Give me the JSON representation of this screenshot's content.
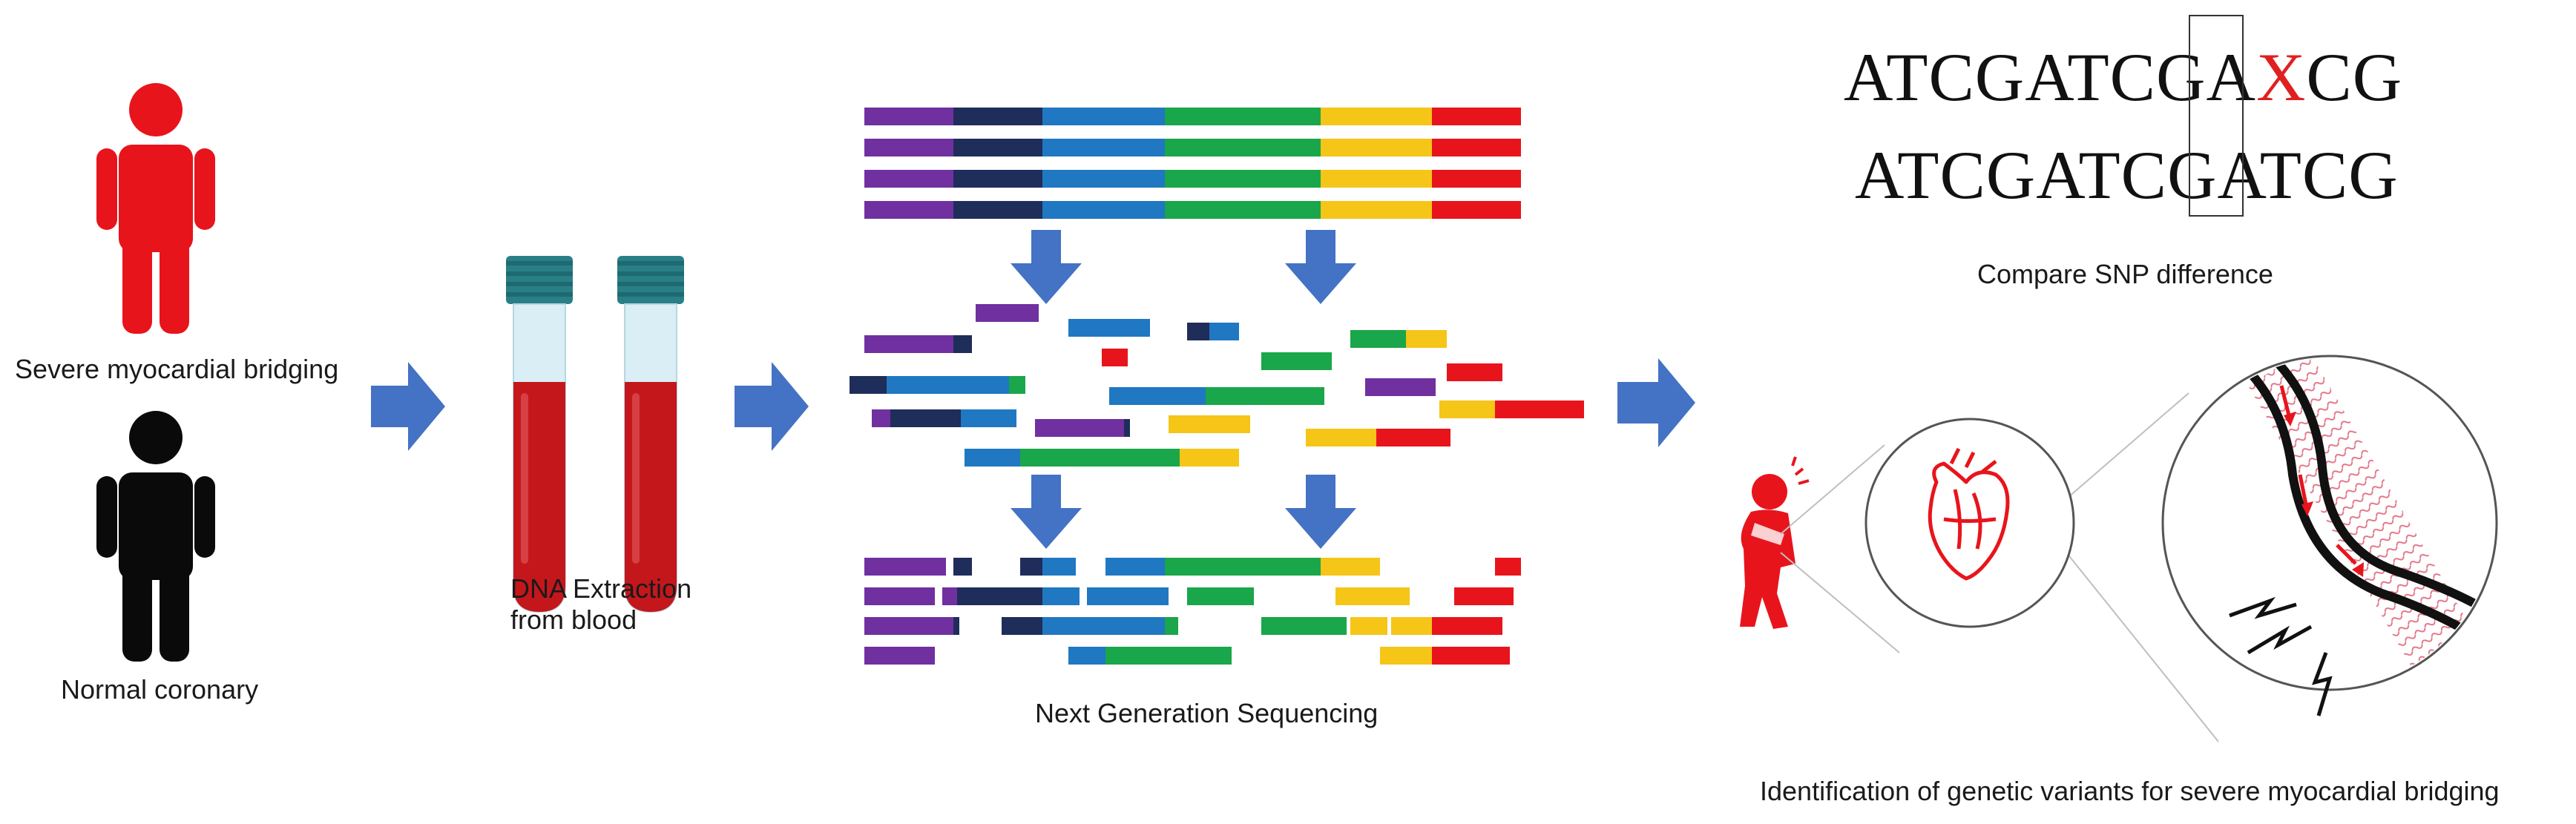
{
  "labels": {
    "severe": "Severe myocardial bridging",
    "normal": "Normal coronary",
    "dna_line1": "DNA Extraction",
    "dna_line2": "from blood",
    "ngs": "Next Generation Sequencing",
    "compare": "Compare SNP difference",
    "identification": "Identification of genetic variants for severe myocardial bridging"
  },
  "sequences": {
    "variant_prefix": "ATCGATCGA",
    "variant_snp": "X",
    "variant_suffix": "CG",
    "reference": "ATCGATCGATCG"
  },
  "colors": {
    "severe_person": "#e8141c",
    "normal_person": "#0a0a0a",
    "arrow": "#4472c4",
    "tube_cap": "#2a7f86",
    "tube_blood": "#c4171c",
    "tube_glass": "#d9eef5",
    "dna_purple": "#7030a0",
    "dna_navy": "#1f2d5a",
    "dna_blue": "#1f78c1",
    "dna_green": "#1aa64a",
    "dna_yellow": "#f5c518",
    "dna_red": "#e8141c",
    "snp_highlight": "#e02020"
  },
  "icons": [
    "person-icon",
    "blood-tube-icon",
    "right-arrow-icon",
    "down-arrow-icon",
    "chest-pain-person-icon",
    "heart-icon",
    "coronary-artery-icon"
  ]
}
